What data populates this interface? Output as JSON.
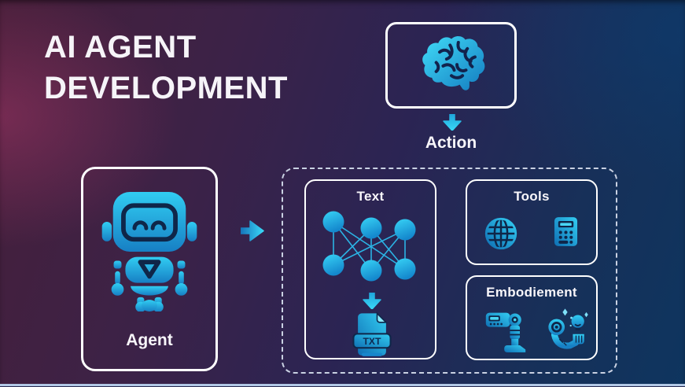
{
  "title": {
    "line1": "AI AGENT",
    "line2": "DEVELOPMENT"
  },
  "brain_card": {
    "icon": "brain-icon"
  },
  "action": {
    "label": "Action"
  },
  "agent_card": {
    "label": "Agent",
    "icon": "robot-icon"
  },
  "flow": {
    "arrow": "right-arrow-icon"
  },
  "dashed_group": {
    "text_card": {
      "label": "Text",
      "network_icon": "neural-network-icon",
      "arrow_icon": "down-arrow-icon",
      "file_icon": "txt-file-icon",
      "file_badge": "TXT"
    },
    "tools_card": {
      "label": "Tools",
      "icons": [
        "globe-icon",
        "calculator-icon"
      ]
    },
    "embodiment_card": {
      "label": "Embodiement",
      "icons": [
        "robot-leg-icon",
        "robot-arm-lightbulb-icon"
      ]
    }
  },
  "colors": {
    "accent_cyan": "#2fc9f0",
    "accent_blue": "#1173b8",
    "icon_detail_navy": "#0f2649",
    "card_border": "#ffffff",
    "dashed_border": "#c9d1e2",
    "text": "#f7f5fa",
    "bg_top_left_maroon": "#46203a",
    "bg_right_blue": "#0e355f",
    "bg_bottom_navy": "#2a2450",
    "bottom_strip": "#b2c8e6"
  }
}
